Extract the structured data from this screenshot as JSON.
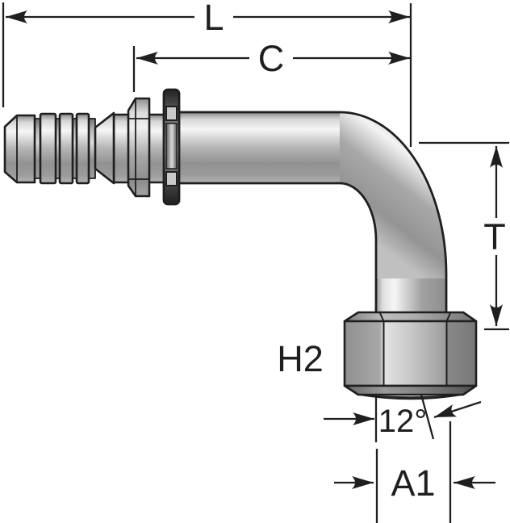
{
  "diagram": {
    "labels": {
      "overall_length": "L",
      "cut_off_length": "C",
      "drop_length": "T",
      "hex_size": "H2",
      "seat_angle": "12°",
      "thread_size": "A1"
    },
    "colors": {
      "background": "#ffffff",
      "line": "#1f1f1f",
      "metal_highlight": "#f6f6f6",
      "metal_mid": "#b0b0b0",
      "metal_shadow": "#7a7a7a",
      "ring_dark": "#242424"
    }
  }
}
